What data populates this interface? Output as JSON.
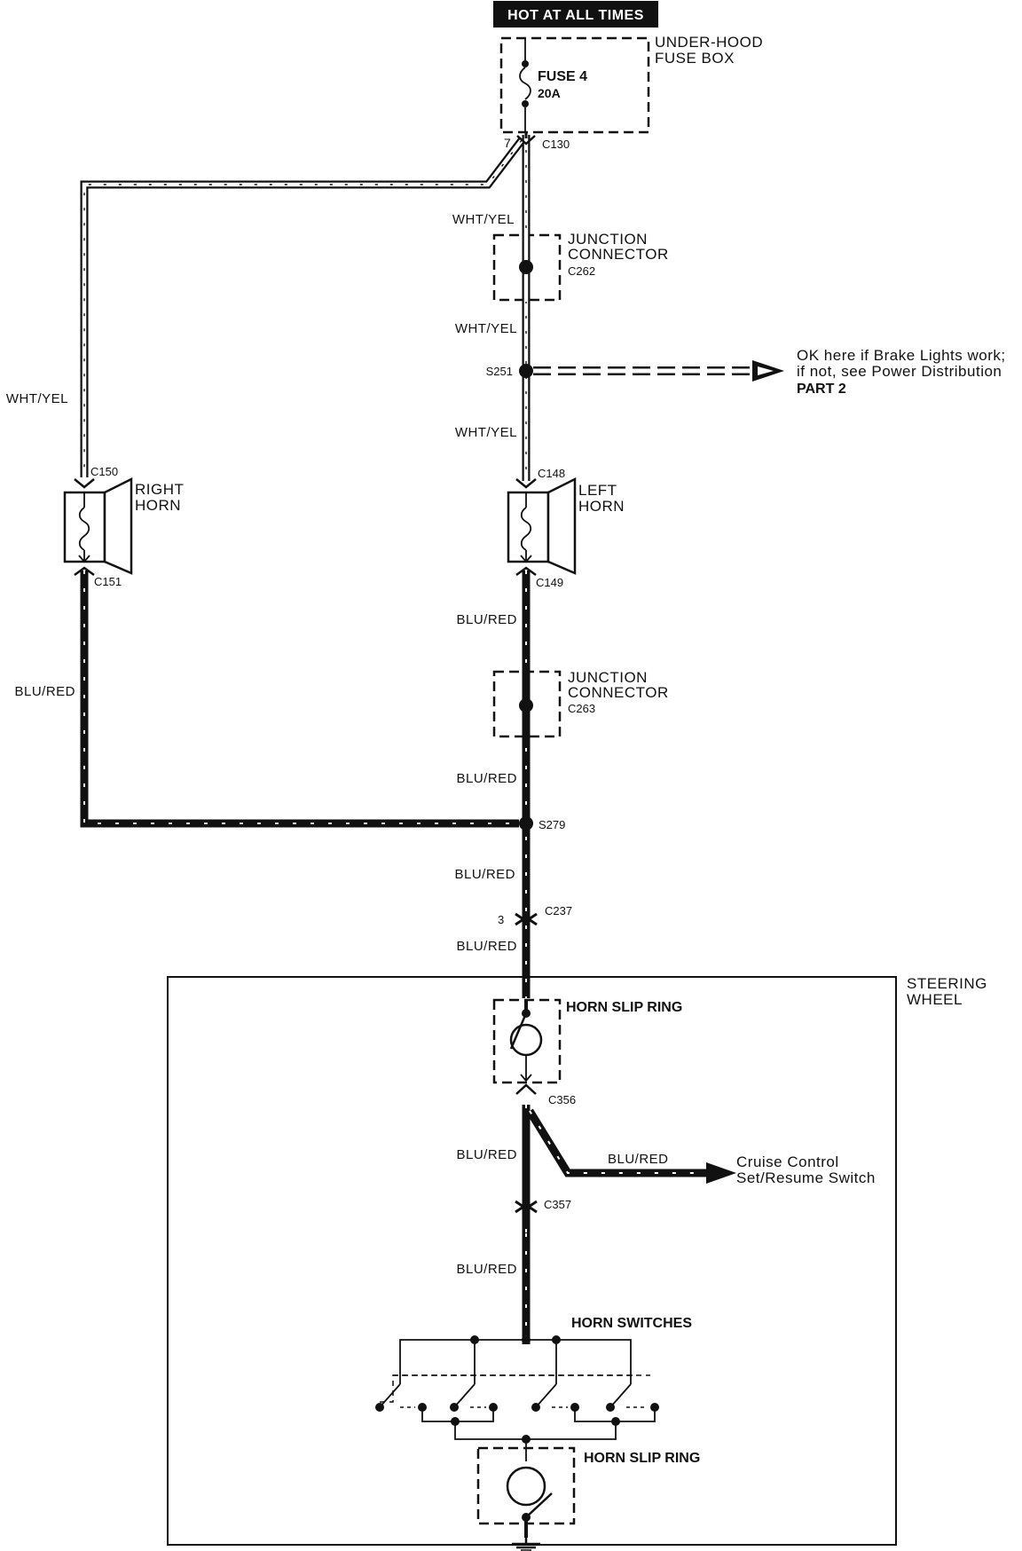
{
  "header": {
    "label": "HOT AT ALL TIMES"
  },
  "fuse_box": {
    "title_line1": "UNDER-HOOD",
    "title_line2": "FUSE BOX",
    "fuse_name": "FUSE 4",
    "fuse_rating": "20A"
  },
  "connectors": {
    "c130": "C130",
    "c130_pin": "7",
    "c262": "C262",
    "c263": "C263",
    "c148": "C148",
    "c149": "C149",
    "c150": "C150",
    "c151": "C151",
    "c237": "C237",
    "c237_pin": "3",
    "c356": "C356",
    "c357": "C357"
  },
  "splices": {
    "s251": "S251",
    "s279": "S279"
  },
  "junction_connector": {
    "line1": "JUNCTION",
    "line2": "CONNECTOR"
  },
  "wires": {
    "wht_yel_1": "WHT/YEL",
    "wht_yel_2": "WHT/YEL",
    "wht_yel_3": "WHT/YEL",
    "wht_yel_left": "WHT/YEL",
    "blu_red_1": "BLU/RED",
    "blu_red_2": "BLU/RED",
    "blu_red_3": "BLU/RED",
    "blu_red_4": "BLU/RED",
    "blu_red_5": "BLU/RED",
    "blu_red_6": "BLU/RED",
    "blu_red_left": "BLU/RED",
    "blu_red_branch": "BLU/RED"
  },
  "brake_note": {
    "line1": "OK here if Brake Lights work;",
    "line2": "if not, see Power Distribution",
    "line3": "PART 2"
  },
  "right_horn": {
    "line1": "RIGHT",
    "line2": "HORN"
  },
  "left_horn": {
    "line1": "LEFT",
    "line2": "HORN"
  },
  "steering_wheel": {
    "line1": "STEERING",
    "line2": "WHEEL"
  },
  "horn_slip_ring_top": "HORN SLIP RING",
  "horn_slip_ring_bottom": "HORN SLIP RING",
  "horn_switches": "HORN SWITCHES",
  "cruise_control": {
    "line1": "Cruise Control",
    "line2": "Set/Resume Switch"
  }
}
